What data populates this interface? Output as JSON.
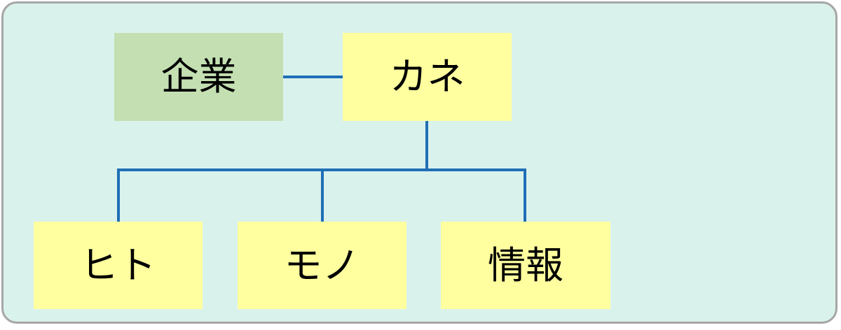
{
  "nodes": {
    "company": "企業",
    "money": "カネ",
    "people": "ヒト",
    "things": "モノ",
    "information": "情報"
  },
  "colors": {
    "background": "#daf2ec",
    "border": "#a6a6a6",
    "company_fill": "#c4e0b2",
    "resource_fill": "#ffff9f",
    "connector": "#1f6fb5"
  }
}
